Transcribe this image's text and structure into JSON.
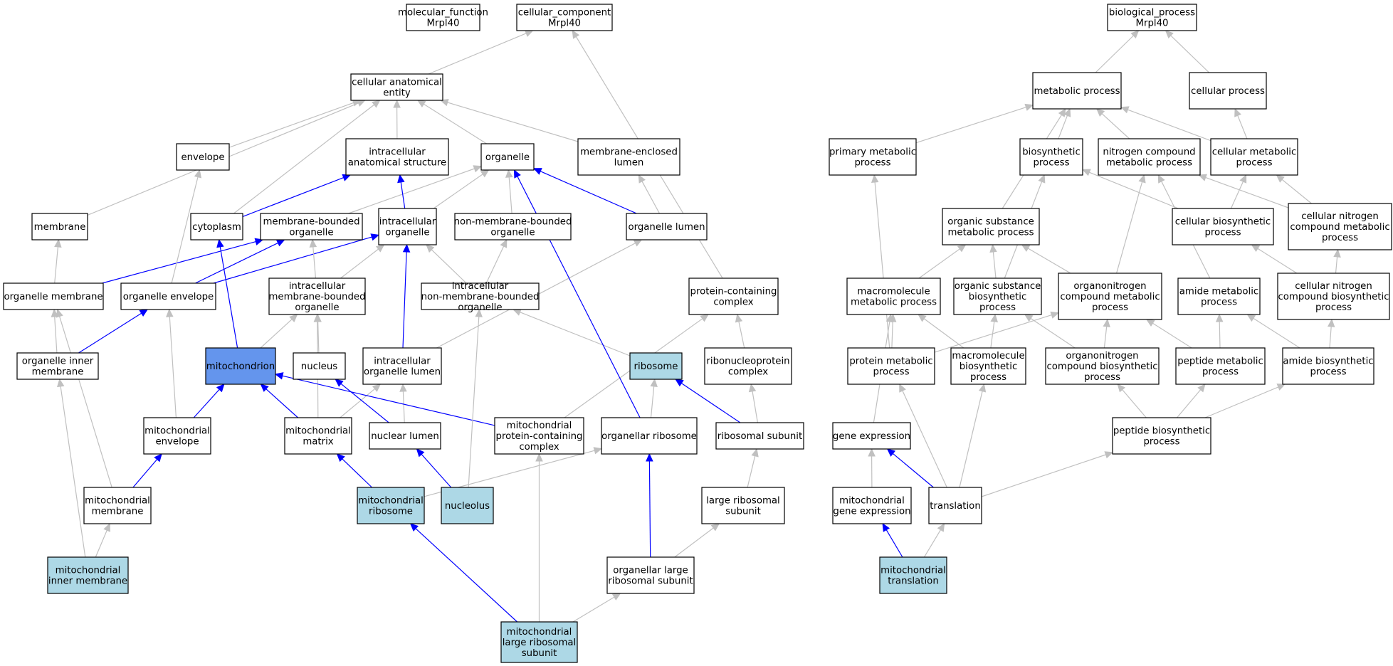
{
  "colors": {
    "edge_default": "#c0c0c0",
    "edge_highlight": "#0000ff",
    "node_default": "#ffffff",
    "node_annotated": "#add8e6",
    "node_focus": "#6495ed"
  },
  "nodes": [
    {
      "id": "mf",
      "lines": [
        "molecular_function",
        "Mrpl40"
      ],
      "style": "default"
    },
    {
      "id": "cc",
      "lines": [
        "cellular_component",
        "Mrpl40"
      ],
      "style": "default"
    },
    {
      "id": "bp",
      "lines": [
        "biological_process",
        "Mrpl40"
      ],
      "style": "default"
    },
    {
      "id": "cae",
      "lines": [
        "cellular anatomical",
        "entity"
      ],
      "style": "default"
    },
    {
      "id": "envelope",
      "lines": [
        "envelope"
      ],
      "style": "default"
    },
    {
      "id": "ias",
      "lines": [
        "intracellular",
        "anatomical structure"
      ],
      "style": "default"
    },
    {
      "id": "organelle",
      "lines": [
        "organelle"
      ],
      "style": "default"
    },
    {
      "id": "mel",
      "lines": [
        "membrane-enclosed",
        "lumen"
      ],
      "style": "default"
    },
    {
      "id": "membrane",
      "lines": [
        "membrane"
      ],
      "style": "default"
    },
    {
      "id": "cytoplasm",
      "lines": [
        "cytoplasm"
      ],
      "style": "default"
    },
    {
      "id": "mbo",
      "lines": [
        "membrane-bounded",
        "organelle"
      ],
      "style": "default"
    },
    {
      "id": "io",
      "lines": [
        "intracellular",
        "organelle"
      ],
      "style": "default"
    },
    {
      "id": "nmbo",
      "lines": [
        "non-membrane-bounded",
        "organelle"
      ],
      "style": "default"
    },
    {
      "id": "ol",
      "lines": [
        "organelle lumen"
      ],
      "style": "default"
    },
    {
      "id": "om",
      "lines": [
        "organelle membrane"
      ],
      "style": "default"
    },
    {
      "id": "oe",
      "lines": [
        "organelle envelope"
      ],
      "style": "default"
    },
    {
      "id": "imbo",
      "lines": [
        "intracellular",
        "membrane-bounded",
        "organelle"
      ],
      "style": "default"
    },
    {
      "id": "inmbo",
      "lines": [
        "intracellular",
        "non-membrane-bounded",
        "organelle"
      ],
      "style": "default"
    },
    {
      "id": "pcc",
      "lines": [
        "protein-containing",
        "complex"
      ],
      "style": "default"
    },
    {
      "id": "oim",
      "lines": [
        "organelle inner",
        "membrane"
      ],
      "style": "default"
    },
    {
      "id": "mito",
      "lines": [
        "mitochondrion"
      ],
      "style": "focus"
    },
    {
      "id": "nucleus",
      "lines": [
        "nucleus"
      ],
      "style": "default"
    },
    {
      "id": "iol",
      "lines": [
        "intracellular",
        "organelle lumen"
      ],
      "style": "default"
    },
    {
      "id": "ribosome",
      "lines": [
        "ribosome"
      ],
      "style": "annotated"
    },
    {
      "id": "rnpc",
      "lines": [
        "ribonucleoprotein",
        "complex"
      ],
      "style": "default"
    },
    {
      "id": "menv",
      "lines": [
        "mitochondrial",
        "envelope"
      ],
      "style": "default"
    },
    {
      "id": "mmat",
      "lines": [
        "mitochondrial",
        "matrix"
      ],
      "style": "default"
    },
    {
      "id": "nl",
      "lines": [
        "nuclear lumen"
      ],
      "style": "default"
    },
    {
      "id": "mpcc",
      "lines": [
        "mitochondrial",
        "protein-containing",
        "complex"
      ],
      "style": "default"
    },
    {
      "id": "orib",
      "lines": [
        "organellar ribosome"
      ],
      "style": "default"
    },
    {
      "id": "rsub",
      "lines": [
        "ribosomal subunit"
      ],
      "style": "default"
    },
    {
      "id": "mmem",
      "lines": [
        "mitochondrial",
        "membrane"
      ],
      "style": "default"
    },
    {
      "id": "mrib",
      "lines": [
        "mitochondrial",
        "ribosome"
      ],
      "style": "annotated"
    },
    {
      "id": "nucleolus",
      "lines": [
        "nucleolus"
      ],
      "style": "annotated"
    },
    {
      "id": "lrs",
      "lines": [
        "large ribosomal",
        "subunit"
      ],
      "style": "default"
    },
    {
      "id": "mim",
      "lines": [
        "mitochondrial",
        "inner membrane"
      ],
      "style": "annotated"
    },
    {
      "id": "olrs",
      "lines": [
        "organellar large",
        "ribosomal subunit"
      ],
      "style": "default"
    },
    {
      "id": "mlrs",
      "lines": [
        "mitochondrial",
        "large ribosomal",
        "subunit"
      ],
      "style": "annotated"
    },
    {
      "id": "mp",
      "lines": [
        "metabolic process"
      ],
      "style": "default"
    },
    {
      "id": "cp",
      "lines": [
        "cellular process"
      ],
      "style": "default"
    },
    {
      "id": "pmp",
      "lines": [
        "primary metabolic",
        "process"
      ],
      "style": "default"
    },
    {
      "id": "biosyn",
      "lines": [
        "biosynthetic",
        "process"
      ],
      "style": "default"
    },
    {
      "id": "ncmp",
      "lines": [
        "nitrogen compound",
        "metabolic process"
      ],
      "style": "default"
    },
    {
      "id": "cmp",
      "lines": [
        "cellular metabolic",
        "process"
      ],
      "style": "default"
    },
    {
      "id": "osmp",
      "lines": [
        "organic substance",
        "metabolic process"
      ],
      "style": "default"
    },
    {
      "id": "cbp",
      "lines": [
        "cellular biosynthetic",
        "process"
      ],
      "style": "default"
    },
    {
      "id": "cncmp",
      "lines": [
        "cellular nitrogen",
        "compound metabolic",
        "process"
      ],
      "style": "default"
    },
    {
      "id": "mmp",
      "lines": [
        "macromolecule",
        "metabolic process"
      ],
      "style": "default"
    },
    {
      "id": "osbp",
      "lines": [
        "organic substance",
        "biosynthetic",
        "process"
      ],
      "style": "default"
    },
    {
      "id": "oncmp",
      "lines": [
        "organonitrogen",
        "compound metabolic",
        "process"
      ],
      "style": "default"
    },
    {
      "id": "amp",
      "lines": [
        "amide metabolic",
        "process"
      ],
      "style": "default"
    },
    {
      "id": "cncbp",
      "lines": [
        "cellular nitrogen",
        "compound biosynthetic",
        "process"
      ],
      "style": "default"
    },
    {
      "id": "protmp",
      "lines": [
        "protein metabolic",
        "process"
      ],
      "style": "default"
    },
    {
      "id": "mbp",
      "lines": [
        "macromolecule",
        "biosynthetic",
        "process"
      ],
      "style": "default"
    },
    {
      "id": "oncbp",
      "lines": [
        "organonitrogen",
        "compound biosynthetic",
        "process"
      ],
      "style": "default"
    },
    {
      "id": "pepmp",
      "lines": [
        "peptide metabolic",
        "process"
      ],
      "style": "default"
    },
    {
      "id": "abp",
      "lines": [
        "amide biosynthetic",
        "process"
      ],
      "style": "default"
    },
    {
      "id": "ge",
      "lines": [
        "gene expression"
      ],
      "style": "default"
    },
    {
      "id": "pbp",
      "lines": [
        "peptide biosynthetic",
        "process"
      ],
      "style": "default"
    },
    {
      "id": "mge",
      "lines": [
        "mitochondrial",
        "gene expression"
      ],
      "style": "default"
    },
    {
      "id": "transl",
      "lines": [
        "translation"
      ],
      "style": "default"
    },
    {
      "id": "mtransl",
      "lines": [
        "mitochondrial",
        "translation"
      ],
      "style": "annotated"
    }
  ],
  "edges": [
    {
      "from": "cae",
      "to": "cc",
      "hl": false
    },
    {
      "from": "pcc",
      "to": "cc",
      "hl": false
    },
    {
      "from": "envelope",
      "to": "cae",
      "hl": false
    },
    {
      "from": "ias",
      "to": "cae",
      "hl": false
    },
    {
      "from": "organelle",
      "to": "cae",
      "hl": false
    },
    {
      "from": "mel",
      "to": "cae",
      "hl": false
    },
    {
      "from": "membrane",
      "to": "cae",
      "hl": false
    },
    {
      "from": "cytoplasm",
      "to": "cae",
      "hl": false
    },
    {
      "from": "cytoplasm",
      "to": "ias",
      "hl": true
    },
    {
      "from": "mbo",
      "to": "organelle",
      "hl": false
    },
    {
      "from": "io",
      "to": "organelle",
      "hl": false
    },
    {
      "from": "io",
      "to": "ias",
      "hl": true
    },
    {
      "from": "nmbo",
      "to": "organelle",
      "hl": false
    },
    {
      "from": "ol",
      "to": "organelle",
      "hl": true
    },
    {
      "from": "ol",
      "to": "mel",
      "hl": false
    },
    {
      "from": "om",
      "to": "membrane",
      "hl": false
    },
    {
      "from": "om",
      "to": "mbo",
      "hl": true
    },
    {
      "from": "oe",
      "to": "envelope",
      "hl": false
    },
    {
      "from": "oe",
      "to": "mbo",
      "hl": true
    },
    {
      "from": "oe",
      "to": "io",
      "hl": true
    },
    {
      "from": "imbo",
      "to": "mbo",
      "hl": false
    },
    {
      "from": "imbo",
      "to": "io",
      "hl": false
    },
    {
      "from": "inmbo",
      "to": "io",
      "hl": false
    },
    {
      "from": "inmbo",
      "to": "nmbo",
      "hl": false
    },
    {
      "from": "oim",
      "to": "om",
      "hl": false
    },
    {
      "from": "oim",
      "to": "oe",
      "hl": true
    },
    {
      "from": "mito",
      "to": "cytoplasm",
      "hl": true
    },
    {
      "from": "mito",
      "to": "imbo",
      "hl": false
    },
    {
      "from": "nucleus",
      "to": "imbo",
      "hl": false
    },
    {
      "from": "iol",
      "to": "io",
      "hl": true
    },
    {
      "from": "iol",
      "to": "ol",
      "hl": false
    },
    {
      "from": "ribosome",
      "to": "inmbo",
      "hl": false
    },
    {
      "from": "rnpc",
      "to": "pcc",
      "hl": false
    },
    {
      "from": "menv",
      "to": "oe",
      "hl": false
    },
    {
      "from": "menv",
      "to": "mito",
      "hl": true
    },
    {
      "from": "mmat",
      "to": "imbo",
      "hl": false
    },
    {
      "from": "mmat",
      "to": "mito",
      "hl": true
    },
    {
      "from": "mmat",
      "to": "iol",
      "hl": false
    },
    {
      "from": "nl",
      "to": "nucleus",
      "hl": true
    },
    {
      "from": "nl",
      "to": "iol",
      "hl": false
    },
    {
      "from": "mpcc",
      "to": "mito",
      "hl": true
    },
    {
      "from": "mpcc",
      "to": "pcc",
      "hl": false
    },
    {
      "from": "orib",
      "to": "ribosome",
      "hl": false
    },
    {
      "from": "orib",
      "to": "organelle",
      "hl": true
    },
    {
      "from": "rsub",
      "to": "ribosome",
      "hl": true
    },
    {
      "from": "rsub",
      "to": "rnpc",
      "hl": false
    },
    {
      "from": "mmem",
      "to": "om",
      "hl": false
    },
    {
      "from": "mmem",
      "to": "menv",
      "hl": true
    },
    {
      "from": "mrib",
      "to": "mmat",
      "hl": true
    },
    {
      "from": "mrib",
      "to": "orib",
      "hl": false
    },
    {
      "from": "nucleolus",
      "to": "nl",
      "hl": true
    },
    {
      "from": "nucleolus",
      "to": "inmbo",
      "hl": false
    },
    {
      "from": "lrs",
      "to": "rsub",
      "hl": false
    },
    {
      "from": "mim",
      "to": "oim",
      "hl": false
    },
    {
      "from": "mim",
      "to": "mmem",
      "hl": false
    },
    {
      "from": "olrs",
      "to": "lrs",
      "hl": false
    },
    {
      "from": "olrs",
      "to": "orib",
      "hl": true
    },
    {
      "from": "mlrs",
      "to": "mrib",
      "hl": true
    },
    {
      "from": "mlrs",
      "to": "olrs",
      "hl": false
    },
    {
      "from": "mlrs",
      "to": "mpcc",
      "hl": false
    },
    {
      "from": "mp",
      "to": "bp",
      "hl": false
    },
    {
      "from": "cp",
      "to": "bp",
      "hl": false
    },
    {
      "from": "pmp",
      "to": "mp",
      "hl": false
    },
    {
      "from": "biosyn",
      "to": "mp",
      "hl": false
    },
    {
      "from": "ncmp",
      "to": "mp",
      "hl": false
    },
    {
      "from": "cmp",
      "to": "mp",
      "hl": false
    },
    {
      "from": "cmp",
      "to": "cp",
      "hl": false
    },
    {
      "from": "osmp",
      "to": "mp",
      "hl": false
    },
    {
      "from": "cbp",
      "to": "biosyn",
      "hl": false
    },
    {
      "from": "cbp",
      "to": "cmp",
      "hl": false
    },
    {
      "from": "cncmp",
      "to": "ncmp",
      "hl": false
    },
    {
      "from": "cncmp",
      "to": "cmp",
      "hl": false
    },
    {
      "from": "mmp",
      "to": "osmp",
      "hl": false
    },
    {
      "from": "osbp",
      "to": "osmp",
      "hl": false
    },
    {
      "from": "osbp",
      "to": "biosyn",
      "hl": false
    },
    {
      "from": "oncmp",
      "to": "osmp",
      "hl": false
    },
    {
      "from": "oncmp",
      "to": "ncmp",
      "hl": false
    },
    {
      "from": "amp",
      "to": "ncmp",
      "hl": false
    },
    {
      "from": "cncbp",
      "to": "cbp",
      "hl": false
    },
    {
      "from": "cncbp",
      "to": "cncmp",
      "hl": false
    },
    {
      "from": "protmp",
      "to": "pmp",
      "hl": false
    },
    {
      "from": "protmp",
      "to": "mmp",
      "hl": false
    },
    {
      "from": "protmp",
      "to": "oncmp",
      "hl": false
    },
    {
      "from": "mbp",
      "to": "mmp",
      "hl": false
    },
    {
      "from": "mbp",
      "to": "osbp",
      "hl": false
    },
    {
      "from": "oncbp",
      "to": "osbp",
      "hl": false
    },
    {
      "from": "oncbp",
      "to": "oncmp",
      "hl": false
    },
    {
      "from": "pepmp",
      "to": "oncmp",
      "hl": false
    },
    {
      "from": "pepmp",
      "to": "amp",
      "hl": false
    },
    {
      "from": "abp",
      "to": "amp",
      "hl": false
    },
    {
      "from": "abp",
      "to": "cncbp",
      "hl": false
    },
    {
      "from": "ge",
      "to": "mmp",
      "hl": false
    },
    {
      "from": "pbp",
      "to": "oncbp",
      "hl": false
    },
    {
      "from": "pbp",
      "to": "pepmp",
      "hl": false
    },
    {
      "from": "pbp",
      "to": "abp",
      "hl": false
    },
    {
      "from": "mge",
      "to": "ge",
      "hl": false
    },
    {
      "from": "transl",
      "to": "ge",
      "hl": true
    },
    {
      "from": "transl",
      "to": "protmp",
      "hl": false
    },
    {
      "from": "transl",
      "to": "mbp",
      "hl": false
    },
    {
      "from": "transl",
      "to": "pbp",
      "hl": false
    },
    {
      "from": "mtransl",
      "to": "mge",
      "hl": true
    },
    {
      "from": "mtransl",
      "to": "transl",
      "hl": false
    }
  ]
}
